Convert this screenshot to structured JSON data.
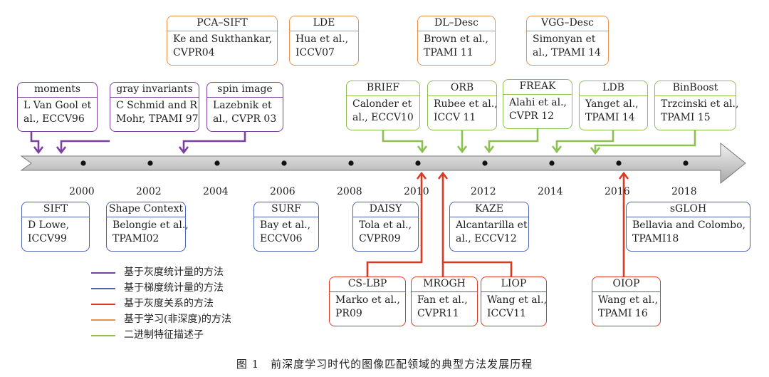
{
  "colors": {
    "gray_stats": "#7b3fa0",
    "gradient_stats": "#4a64b0",
    "gray_relation": "#d93a22",
    "learning": "#eb9147",
    "binary": "#8cc152",
    "axis": "#b8b8b8"
  },
  "years": [
    "2000",
    "2002",
    "2004",
    "2006",
    "2008",
    "2010",
    "2012",
    "2014",
    "2016",
    "2018"
  ],
  "methods": {
    "moments": {
      "title": "moments",
      "lines": [
        "L Van Gool et",
        "al., ECCV96"
      ]
    },
    "gray_invariants": {
      "title": "gray invariants",
      "lines": [
        "C Schmid and R",
        "Mohr, TPAMI 97"
      ]
    },
    "spin_image": {
      "title": "spin image",
      "lines": [
        "Lazebnik  et",
        "al., CVPR 03"
      ]
    },
    "pca_sift": {
      "title": "PCA–SIFT",
      "lines": [
        "Ke and Sukthankar,",
        "CVPR04"
      ]
    },
    "lde": {
      "title": "LDE",
      "lines": [
        "Hua et al.,",
        "ICCV07"
      ]
    },
    "dl_desc": {
      "title": "DL–Desc",
      "lines": [
        "Brown et al.,",
        "TPAMI 11"
      ]
    },
    "vgg_desc": {
      "title": "VGG–Desc",
      "lines": [
        "Simonyan   et",
        "al., TPAMI 14"
      ]
    },
    "brief": {
      "title": "BRIEF",
      "lines": [
        "Calonder  et",
        "al., ECCV10"
      ]
    },
    "orb": {
      "title": "ORB",
      "lines": [
        "Rubee et al.,",
        "ICCV 11"
      ]
    },
    "freak": {
      "title": "FREAK",
      "lines": [
        "Alahi et  al.,",
        "CVPR 12"
      ]
    },
    "ldb": {
      "title": "LDB",
      "lines": [
        "Yanget al.,",
        "TPAMI 14"
      ]
    },
    "binboost": {
      "title": "BinBoost",
      "lines": [
        "Trzcinski et al.,",
        "TPAMI 15"
      ]
    },
    "sift": {
      "title": "SIFT",
      "lines": [
        "D Lowe,",
        "ICCV99"
      ]
    },
    "shape_context": {
      "title": "Shape Context",
      "lines": [
        "Belongie et al.,",
        "TPAMI02"
      ]
    },
    "surf": {
      "title": "SURF",
      "lines": [
        "Bay et al.,",
        "ECCV06"
      ]
    },
    "daisy": {
      "title": "DAISY",
      "lines": [
        "Tola et al.,",
        "CVPR09"
      ]
    },
    "kaze": {
      "title": "KAZE",
      "lines": [
        "Alcantarilla et",
        "al., ECCV12"
      ]
    },
    "sgloh": {
      "title": "sGLOH",
      "lines": [
        "Bellavia and Colombo,",
        "TPAMI18"
      ]
    },
    "cs_lbp": {
      "title": "CS-LBP",
      "lines": [
        "Marko et al.,",
        "PR09"
      ]
    },
    "mrogh": {
      "title": "MROGH",
      "lines": [
        "Fan et al.,",
        "CVPR11"
      ]
    },
    "liop": {
      "title": "LIOP",
      "lines": [
        "Wang et al.,",
        "ICCV11"
      ]
    },
    "oiop": {
      "title": "OIOP",
      "lines": [
        "Wang et al.,",
        "TPAMI 16"
      ]
    }
  },
  "legend": [
    {
      "label": "基于灰度统计量的方法",
      "color": "#7b3fa0"
    },
    {
      "label": "基于梯度统计量的方法",
      "color": "#4a64b0"
    },
    {
      "label": "基于灰度关系的方法",
      "color": "#d93a22"
    },
    {
      "label": "基于学习(非深度)的方法",
      "color": "#eb9147"
    },
    {
      "label": "二进制特征描述子",
      "color": "#8cc152"
    }
  ],
  "caption": "图 1　前深度学习时代的图像匹配领域的典型方法发展历程"
}
